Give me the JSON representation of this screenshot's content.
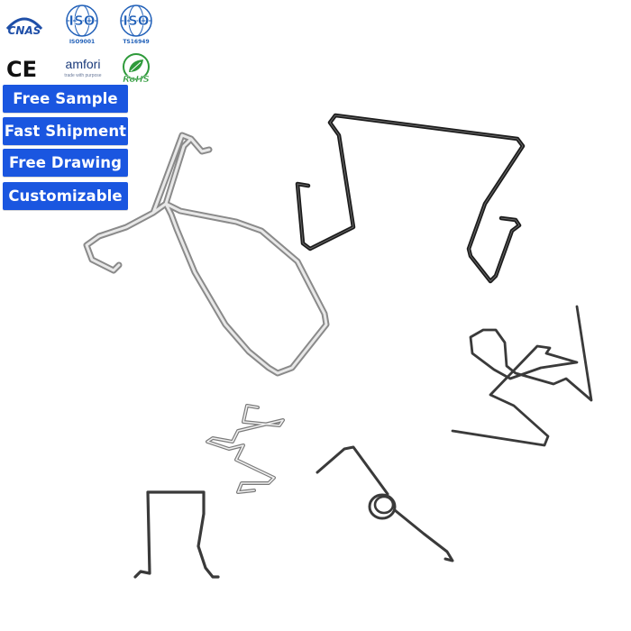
{
  "certifications": {
    "cnas": {
      "label": "CNAS",
      "color": "#1f4fa8"
    },
    "iso_9001": {
      "label": "ISO",
      "caption": "ISO9001",
      "color": "#1f5fb8"
    },
    "iso_ts16949": {
      "label": "ISO",
      "caption": "TS16949",
      "color": "#1f5fb8"
    },
    "ce": {
      "label": "CE",
      "color": "#111111"
    },
    "amfori": {
      "label": "amfori",
      "tagline": "trade with purpose",
      "color": "#1a3a7a"
    },
    "rohs": {
      "label": "RoHS",
      "color": "#2e9a3a"
    }
  },
  "badges": [
    {
      "label": "Free Sample"
    },
    {
      "label": "Fast Shipment"
    },
    {
      "label": "Free Drawing"
    },
    {
      "label": "Customizable"
    }
  ],
  "colors": {
    "badge_bg": "#1a56e0",
    "badge_text": "#ffffff",
    "steel_dark": "#8a8a8a",
    "steel_light": "#e6e6e6",
    "black_wire": "#1c1c1c"
  },
  "products": [
    {
      "name": "y-shaped wire hanger",
      "finish": "stainless"
    },
    {
      "name": "black wire bracket",
      "finish": "black"
    },
    {
      "name": "zigzag wire form",
      "finish": "stainless"
    },
    {
      "name": "torsion spring",
      "finish": "dark steel"
    },
    {
      "name": "u-shaped wire clip",
      "finish": "dark steel"
    },
    {
      "name": "looped wire form",
      "finish": "dark steel"
    }
  ]
}
